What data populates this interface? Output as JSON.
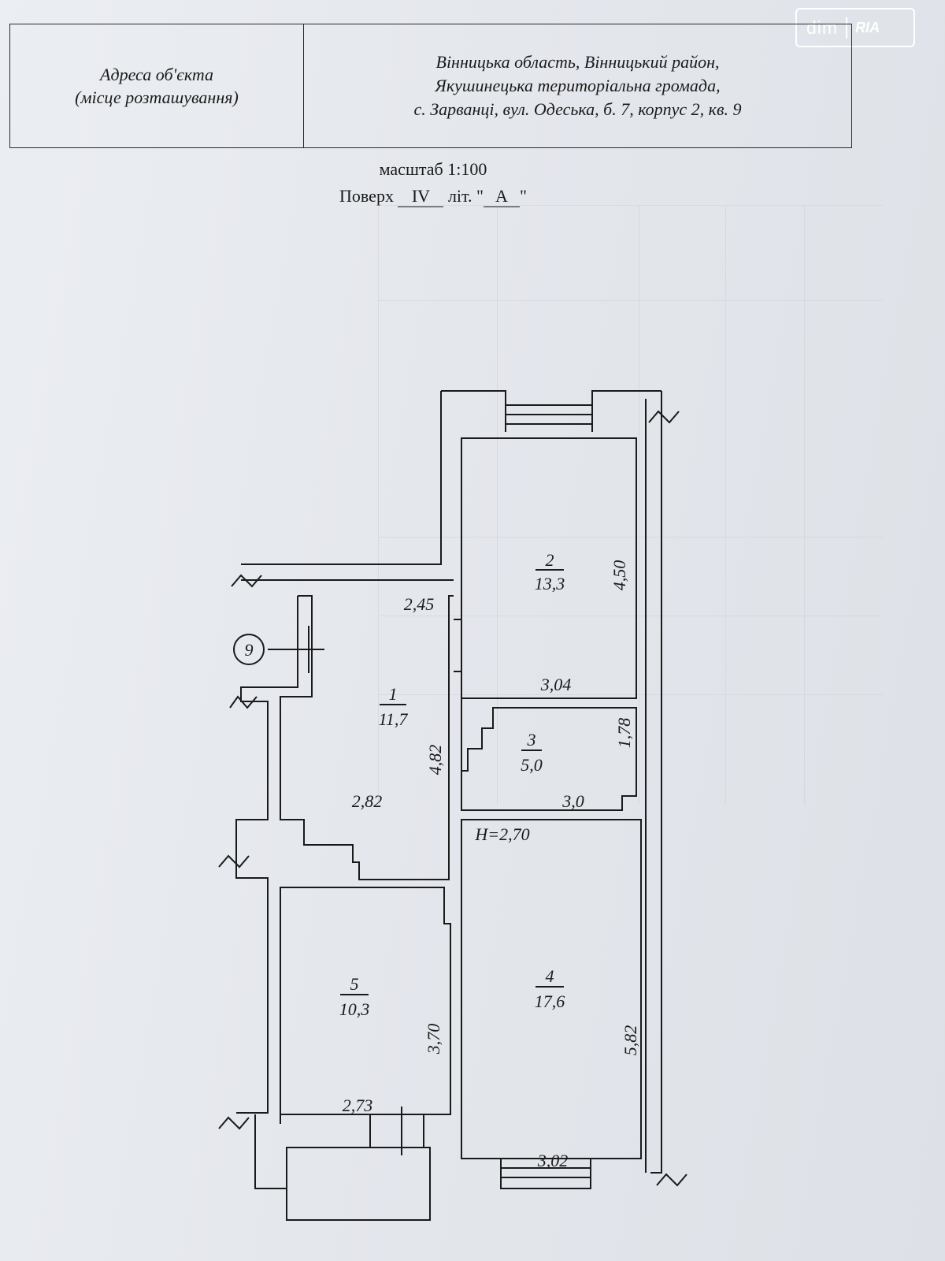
{
  "header": {
    "address_label_line1": "Адреса об'єкта",
    "address_label_line2": "(місце розташування)",
    "address_line1": "Вінницька область, Вінницький район,",
    "address_line2": "Якушинецька територіальна громада,",
    "address_line3": "с. Зарванці, вул. Одеська,  б. 7, корпус 2, кв. 9"
  },
  "scale_text": "масштаб 1:100",
  "floor": {
    "prefix": "Поверх",
    "number": "IV",
    "lit_text": "літ. \"",
    "letter": "А",
    "close": "\""
  },
  "watermark": {
    "left": "dim",
    "right": "RIA"
  },
  "apartment_marker": "9",
  "rooms": [
    {
      "number": "1",
      "area": "11,7"
    },
    {
      "number": "2",
      "area": "13,3"
    },
    {
      "number": "3",
      "area": "5,0"
    },
    {
      "number": "4",
      "area": "17,6"
    },
    {
      "number": "5",
      "area": "10,3"
    }
  ],
  "dimensions": {
    "room1_top": "2,45",
    "room1_side": "4,82",
    "room1_width": "2,82",
    "room2_side": "4,50",
    "room2_bottom": "3,04",
    "room3_side": "1,78",
    "room3_bottom": "3,0",
    "ceiling_height": "H=2,70",
    "room4_side": "5,82",
    "room4_bottom": "3,02",
    "room5_side": "3,70",
    "room5_top": "2,73"
  },
  "colors": {
    "ink": "#1a1a1a",
    "paper": "#e6e9ee"
  }
}
